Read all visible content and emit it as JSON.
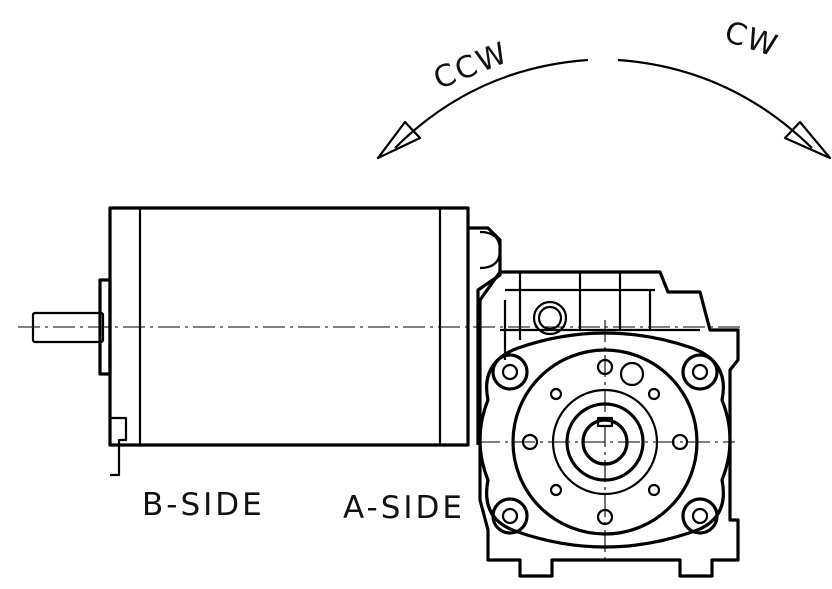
{
  "labels": {
    "ccw": "CCW",
    "cw": "CW",
    "b_side": "B-SIDE",
    "a_side": "A-SIDE"
  },
  "colors": {
    "line": "#000000",
    "background": "#ffffff"
  }
}
